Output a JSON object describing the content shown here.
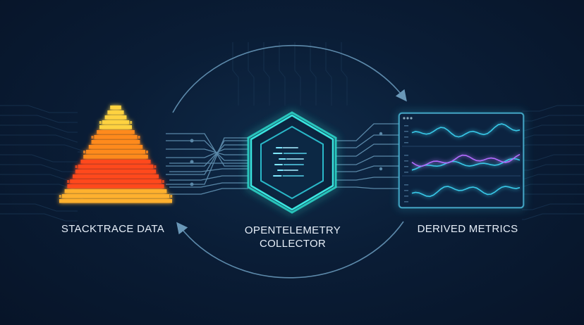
{
  "labels": {
    "stacktrace": "STACKTRACE DATA",
    "collector_line1": "OPENTELEMETRY",
    "collector_line2": "COLLECTOR",
    "metrics": "DERIVED METRICS"
  },
  "icons": {
    "flame_graph": "flame-graph-icon",
    "collector": "hexagon-collector-icon",
    "dashboard": "metrics-dashboard-icon",
    "cycle_arrows": "cycle-arrow-icon"
  },
  "colors": {
    "background": "#0a1d36",
    "flame_top": "#ffd23f",
    "flame_mid": "#ff8a1f",
    "flame_low": "#ff4a1a",
    "flame_base": "#ffb02e",
    "collector_glow": "#2fe0d0",
    "collector_outline": "#3ae6e0",
    "panel_line_cyan": "#38c8e8",
    "panel_line_purple": "#b46cff",
    "connector": "#5a88a8"
  }
}
